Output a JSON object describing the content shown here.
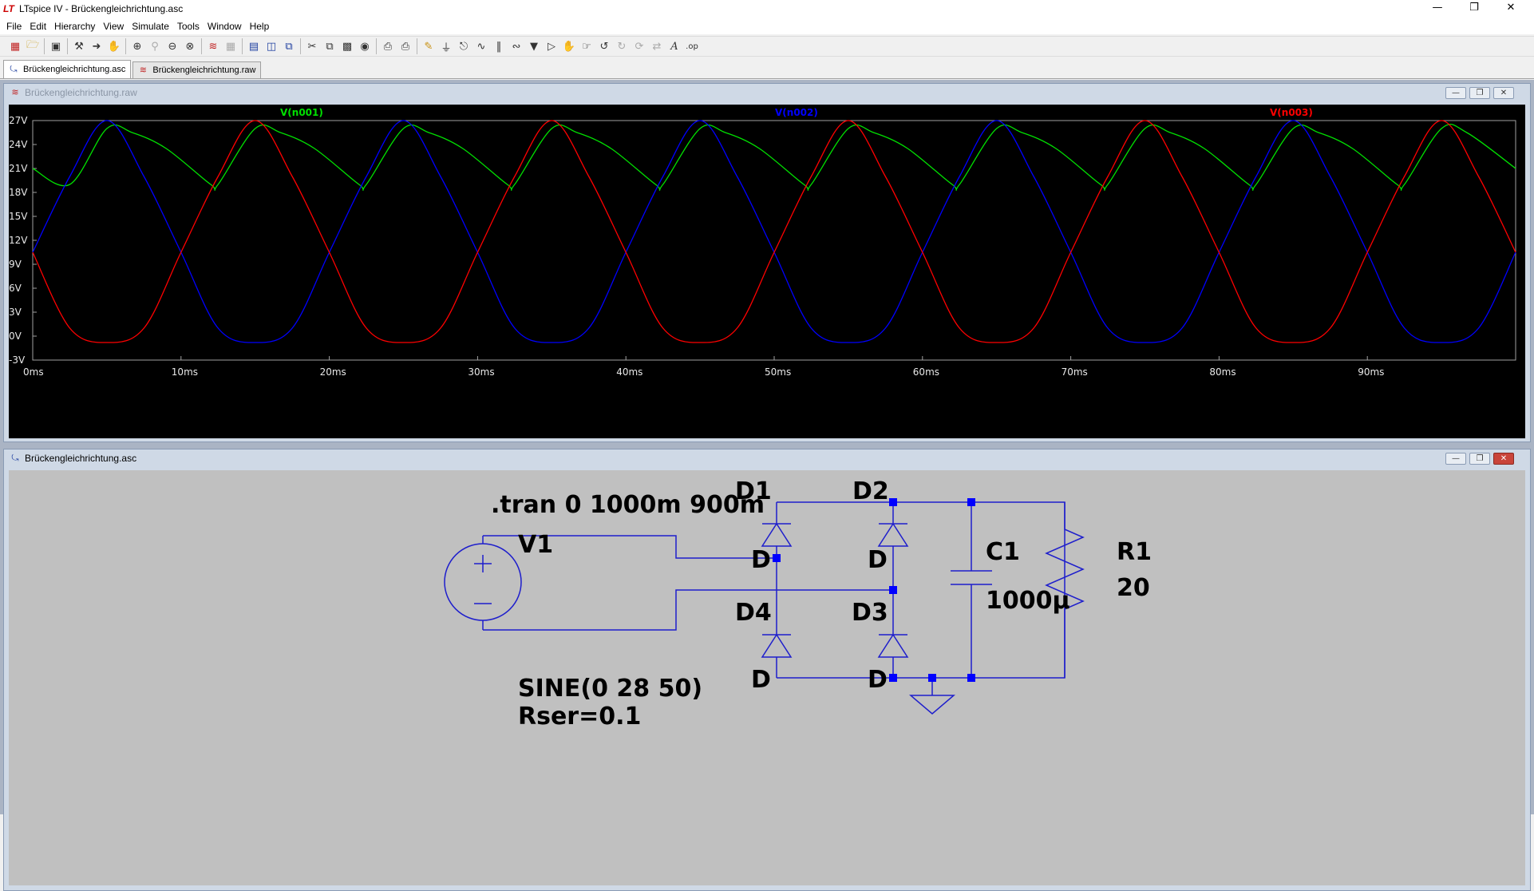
{
  "window": {
    "title": "LTspice IV - Brückengleichrichtung.asc",
    "app_icon": "LT"
  },
  "menu": [
    "File",
    "Edit",
    "Hierarchy",
    "View",
    "Simulate",
    "Tools",
    "Window",
    "Help"
  ],
  "toolbar_icons": [
    "new-schematic-icon",
    "open-icon",
    "save-icon",
    "control-panel-icon",
    "run-icon",
    "halt-icon",
    "zoom-in-icon",
    "zoom-pan-icon",
    "zoom-out-icon",
    "zoom-fit-icon",
    "autorange-icon",
    "grid-icon",
    "tile-horizontal-icon",
    "tile-vertical-icon",
    "cascade-icon",
    "cut-icon",
    "copy-icon",
    "paste-icon",
    "find-icon",
    "print-setup-icon",
    "print-icon",
    "wire-icon",
    "ground-icon",
    "label-icon",
    "resistor-icon",
    "capacitor-icon",
    "inductor-icon",
    "diode-icon",
    "component-icon",
    "move-icon",
    "drag-icon",
    "undo-icon",
    "redo-icon",
    "rotate-icon",
    "mirror-icon",
    "text-icon",
    "spice-directive-icon"
  ],
  "tabs": [
    {
      "label": "Brückengleichrichtung.asc",
      "icon": "schematic-icon",
      "active": true
    },
    {
      "label": "Brückengleichrichtung.raw",
      "icon": "waveform-icon",
      "active": false
    }
  ],
  "plot_window": {
    "title": "Brückengleichrichtung.raw",
    "buttons": [
      "minimize-icon",
      "restore-icon",
      "close-icon"
    ]
  },
  "schematic_window": {
    "title": "Brückengleichrichtung.asc",
    "buttons": [
      "minimize-icon",
      "restore-icon",
      "close-icon"
    ]
  },
  "colors": {
    "n001": "#00e000",
    "n002": "#0000ff",
    "n003": "#ff0000",
    "plot_bg": "#000000",
    "wire": "#1e1ecc",
    "junction": "#0000ff",
    "schematic_bg": "#c0c0c0"
  },
  "chart_data": {
    "type": "line",
    "title": "",
    "xlabel": "",
    "ylabel": "",
    "xlim": [
      0,
      100
    ],
    "ylim": [
      -3,
      27
    ],
    "x_unit": "ms",
    "y_unit": "V",
    "x_ticks": [
      "0ms",
      "10ms",
      "20ms",
      "30ms",
      "40ms",
      "50ms",
      "60ms",
      "70ms",
      "80ms",
      "90ms"
    ],
    "y_ticks": [
      "27V",
      "24V",
      "21V",
      "18V",
      "15V",
      "12V",
      "9V",
      "6V",
      "3V",
      "0V",
      "-3V"
    ],
    "grid": false,
    "legend_placement": "top",
    "series": [
      {
        "name": "V(n001)",
        "color": "#00e000",
        "x": [
          0,
          2.5,
          5,
          6.7,
          9,
          12,
          12.5,
          15,
          16.7,
          19,
          22,
          22.5,
          25,
          26.7,
          29,
          32,
          32.5,
          35,
          36.7,
          39,
          42,
          42.5,
          45,
          46.7,
          49,
          52,
          52.5,
          55,
          56.7,
          59,
          62,
          62.5,
          65,
          66.7,
          69,
          72,
          72.5,
          75,
          76.7,
          79,
          82,
          82.5,
          85,
          86.7,
          89,
          92,
          92.5,
          95,
          96.7,
          100
        ],
        "y": [
          21,
          19,
          26,
          25.5,
          23.5,
          19,
          19,
          26,
          25.5,
          23.5,
          19,
          19,
          26,
          25.5,
          23.5,
          19,
          19,
          26,
          25.5,
          23.5,
          19,
          19,
          26,
          25.5,
          23.5,
          19,
          19,
          26,
          25.5,
          23.5,
          19,
          19,
          26,
          25.5,
          23.5,
          19,
          19,
          26,
          25.5,
          23.5,
          19,
          19,
          26,
          25.5,
          23.5,
          19,
          19,
          26,
          25.5,
          21
        ]
      },
      {
        "name": "V(n002)",
        "color": "#0000ff",
        "x": [
          0,
          2.5,
          5,
          7.5,
          10,
          12.5,
          15,
          17.5,
          20,
          22.5,
          25,
          27.5,
          30,
          32.5,
          35,
          37.5,
          40,
          42.5,
          45,
          47.5,
          50,
          52.5,
          55,
          57.5,
          60,
          62.5,
          65,
          67.5,
          70,
          72.5,
          75,
          77.5,
          80,
          82.5,
          85,
          87.5,
          90,
          92.5,
          95,
          97.5,
          100
        ],
        "y": [
          10.5,
          20,
          27,
          20,
          10.5,
          1,
          -0.8,
          1,
          10.5,
          20,
          27,
          20,
          10.5,
          1,
          -0.8,
          1,
          10.5,
          20,
          27,
          20,
          10.5,
          1,
          -0.8,
          1,
          10.5,
          20,
          27,
          20,
          10.5,
          1,
          -0.8,
          1,
          10.5,
          20,
          27,
          20,
          10.5,
          1,
          -0.8,
          1,
          10.5
        ]
      },
      {
        "name": "V(n003)",
        "color": "#ff0000",
        "x": [
          0,
          2.5,
          5,
          7.5,
          10,
          12.5,
          15,
          17.5,
          20,
          22.5,
          25,
          27.5,
          30,
          32.5,
          35,
          37.5,
          40,
          42.5,
          45,
          47.5,
          50,
          52.5,
          55,
          57.5,
          60,
          62.5,
          65,
          67.5,
          70,
          72.5,
          75,
          77.5,
          80,
          82.5,
          85,
          87.5,
          90,
          92.5,
          95,
          97.5,
          100
        ],
        "y": [
          10.5,
          1,
          -0.8,
          1,
          10.5,
          20,
          27,
          20,
          10.5,
          1,
          -0.8,
          1,
          10.5,
          20,
          27,
          20,
          10.5,
          1,
          -0.8,
          1,
          10.5,
          20,
          27,
          20,
          10.5,
          1,
          -0.8,
          1,
          10.5,
          20,
          27,
          20,
          10.5,
          1,
          -0.8,
          1,
          10.5,
          20,
          27,
          20,
          10.5
        ]
      }
    ]
  },
  "schematic": {
    "directive": ".tran 0 1000m 900m",
    "source": {
      "name": "V1",
      "value_line1": "SINE(0 28 50)",
      "value_line2": "Rser=0.1"
    },
    "diodes": [
      {
        "name": "D1",
        "model": "D"
      },
      {
        "name": "D2",
        "model": "D"
      },
      {
        "name": "D3",
        "model": "D"
      },
      {
        "name": "D4",
        "model": "D"
      }
    ],
    "capacitor": {
      "name": "C1",
      "value": "1000µ"
    },
    "resistor": {
      "name": "R1",
      "value": "20"
    }
  }
}
